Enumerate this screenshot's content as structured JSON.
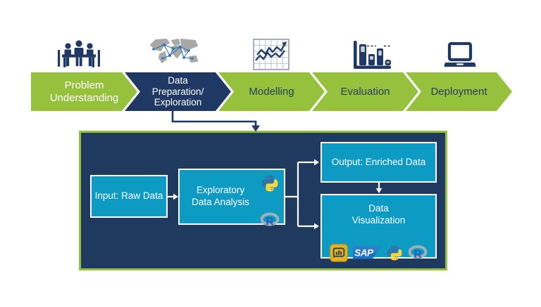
{
  "process_steps": [
    {
      "label": "Problem\nUnderstanding",
      "icon": "meeting-icon",
      "highlighted": false
    },
    {
      "label": "Data\nPreparation/\nExploration",
      "icon": "world-map-network-icon",
      "highlighted": true
    },
    {
      "label": "Modelling",
      "icon": "line-chart-grid-icon",
      "highlighted": false
    },
    {
      "label": "Evaluation",
      "icon": "bar-chart-evaluation-icon",
      "highlighted": false
    },
    {
      "label": "Deployment",
      "icon": "laptop-icon",
      "highlighted": false
    }
  ],
  "detail_panel": {
    "input_box": "Input: Raw Data",
    "eda_box": "Exploratory\nData Analysis",
    "eda_tool_icons": [
      "python-icon",
      "r-icon"
    ],
    "output_box": "Output: Enriched Data",
    "visualization_box": "Data\nVisualization",
    "visualization_tool_icons": [
      "power-bi-icon",
      "sap-icon",
      "python-icon",
      "r-icon"
    ]
  },
  "logos": {
    "sap_text": "SAP",
    "r_letter": "R"
  },
  "colors": {
    "accent_green": "#96C13D",
    "dark_navy": "#1F3864",
    "panel_navy": "#20395E",
    "cyan_box": "#0D9BC4",
    "python_blue": "#3573A6",
    "python_yellow": "#FFD43B",
    "r_blue": "#1F64B6",
    "r_ring_gray": "#A3AEB9",
    "powerbi_gold": "#E9B21B",
    "sap_blue": "#1A72C4",
    "map_gray": "#A8A8A8",
    "network_blue": "#2E75B6"
  }
}
